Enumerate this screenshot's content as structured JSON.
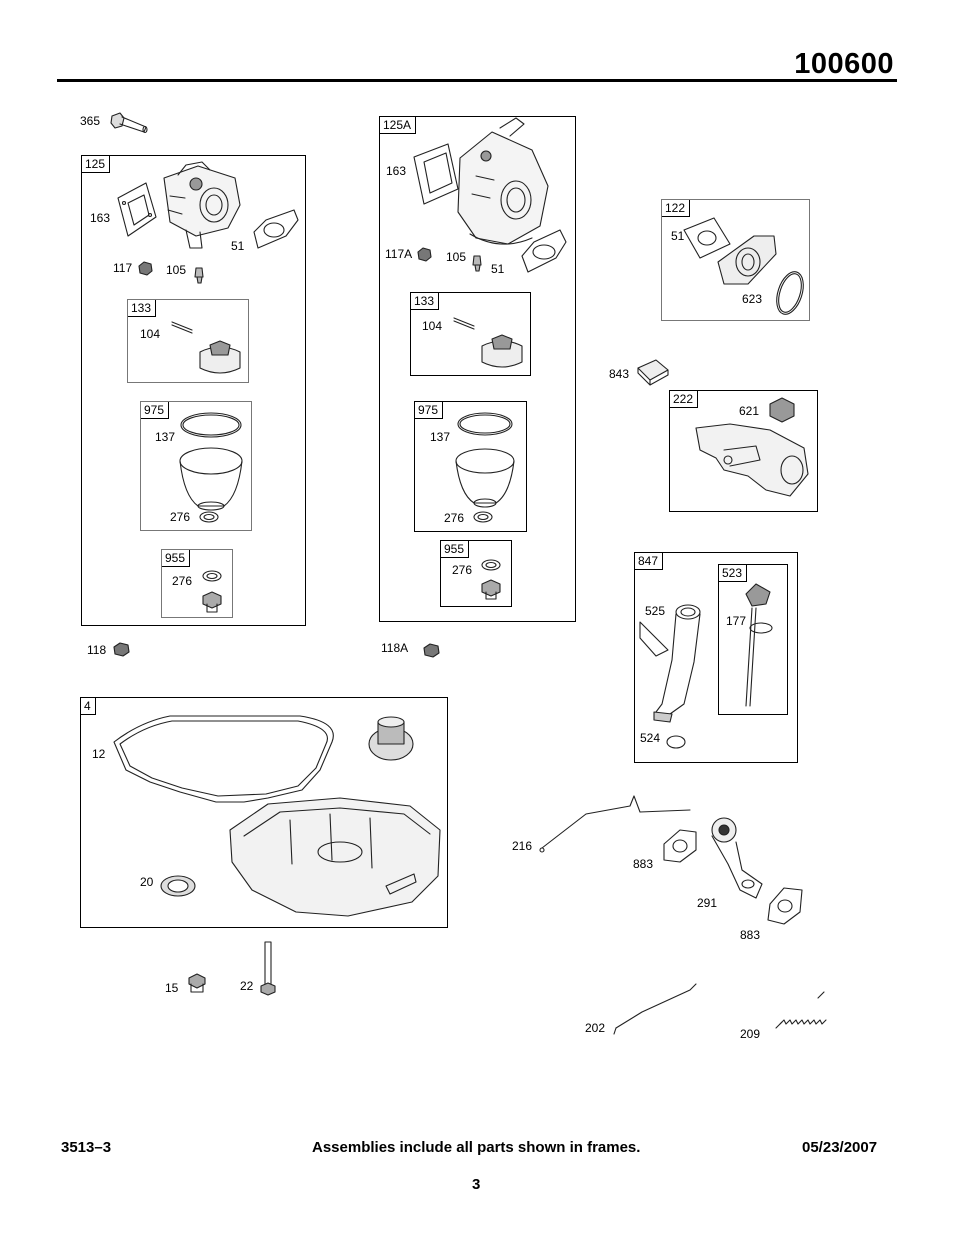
{
  "header": {
    "model": "100600"
  },
  "frames": [
    {
      "tag": "125"
    },
    {
      "tag": "133"
    },
    {
      "tag": "975"
    },
    {
      "tag": "955"
    },
    {
      "tag": "125A"
    },
    {
      "tag": "133"
    },
    {
      "tag": "975"
    },
    {
      "tag": "955"
    },
    {
      "tag": "122"
    },
    {
      "tag": "222"
    },
    {
      "tag": "847"
    },
    {
      "tag": "523"
    },
    {
      "tag": "4"
    }
  ],
  "labels": [
    "365",
    "163",
    "51",
    "117",
    "105",
    "104",
    "137",
    "276",
    "276",
    "118",
    "163",
    "117A",
    "105",
    "51",
    "104",
    "137",
    "276",
    "276",
    "118A",
    "51",
    "623",
    "843",
    "621",
    "525",
    "177",
    "524",
    "12",
    "20",
    "15",
    "22",
    "216",
    "883",
    "291",
    "883",
    "202",
    "209"
  ],
  "footer": {
    "left": "3513–3",
    "center": "Assemblies include all parts shown in frames.",
    "right": "05/23/2007",
    "page": "3"
  }
}
